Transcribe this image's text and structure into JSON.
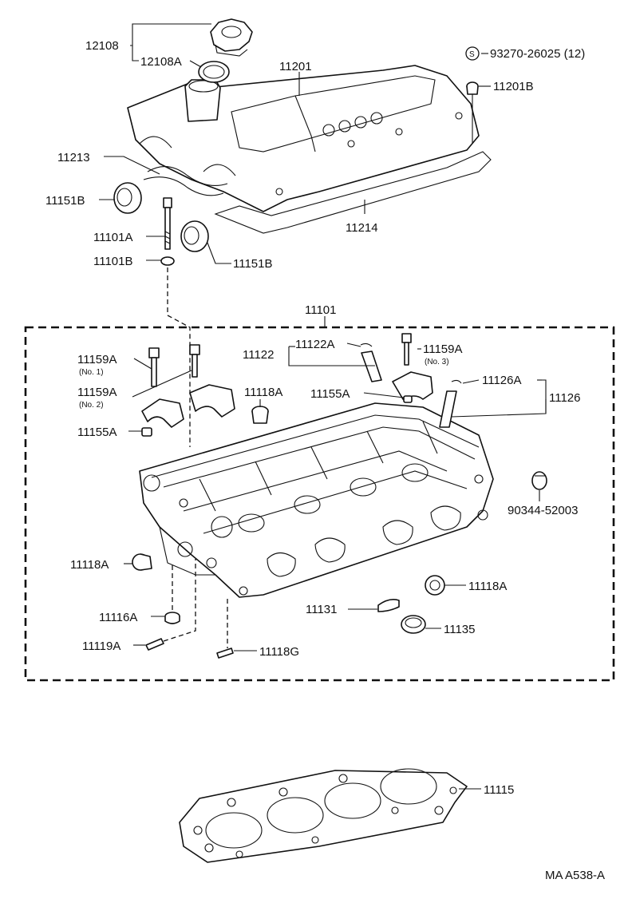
{
  "diagram_code": "MA A538-A",
  "labels": {
    "oil_filler_cap": "12108",
    "oil_filler_gasket": "12108A",
    "head_cover": "11201",
    "cover_bolt": "93270-26025 (12)",
    "cover_grommet": "11201B",
    "head_cover_gasket_front": "11213",
    "head_cover_gasket_rear": "11214",
    "plug_seal_left": "11151B",
    "plug_seal_right": "11151B",
    "head_bolt": "11101A",
    "head_bolt_washer": "11101B",
    "cylinder_head_assy": "11101",
    "bearing_cap_bolt_no1": "11159A",
    "bearing_cap_bolt_no1_note": "(No. 1)",
    "bearing_cap_bolt_no2": "11159A",
    "bearing_cap_bolt_no2_note": "(No. 2)",
    "bearing_cap_bolt_no3": "11159A",
    "bearing_cap_bolt_no3_note": "(No. 3)",
    "valve_guide_set": "11122",
    "valve_guide": "11122A",
    "intake_guide_set": "11126",
    "intake_guide": "11126A",
    "plug_top": "11118A",
    "dowel_pin_left": "11155A",
    "dowel_pin_right": "11155A",
    "plug_hole": "90344-52003",
    "plug_left": "11118A",
    "plug_right": "11118A",
    "ring_pin": "11116A",
    "straight_pin": "11119A",
    "stud": "11118G",
    "insert": "11131",
    "seal_ring": "11135",
    "head_gasket": "11115",
    "bolt_symbol": "S"
  }
}
